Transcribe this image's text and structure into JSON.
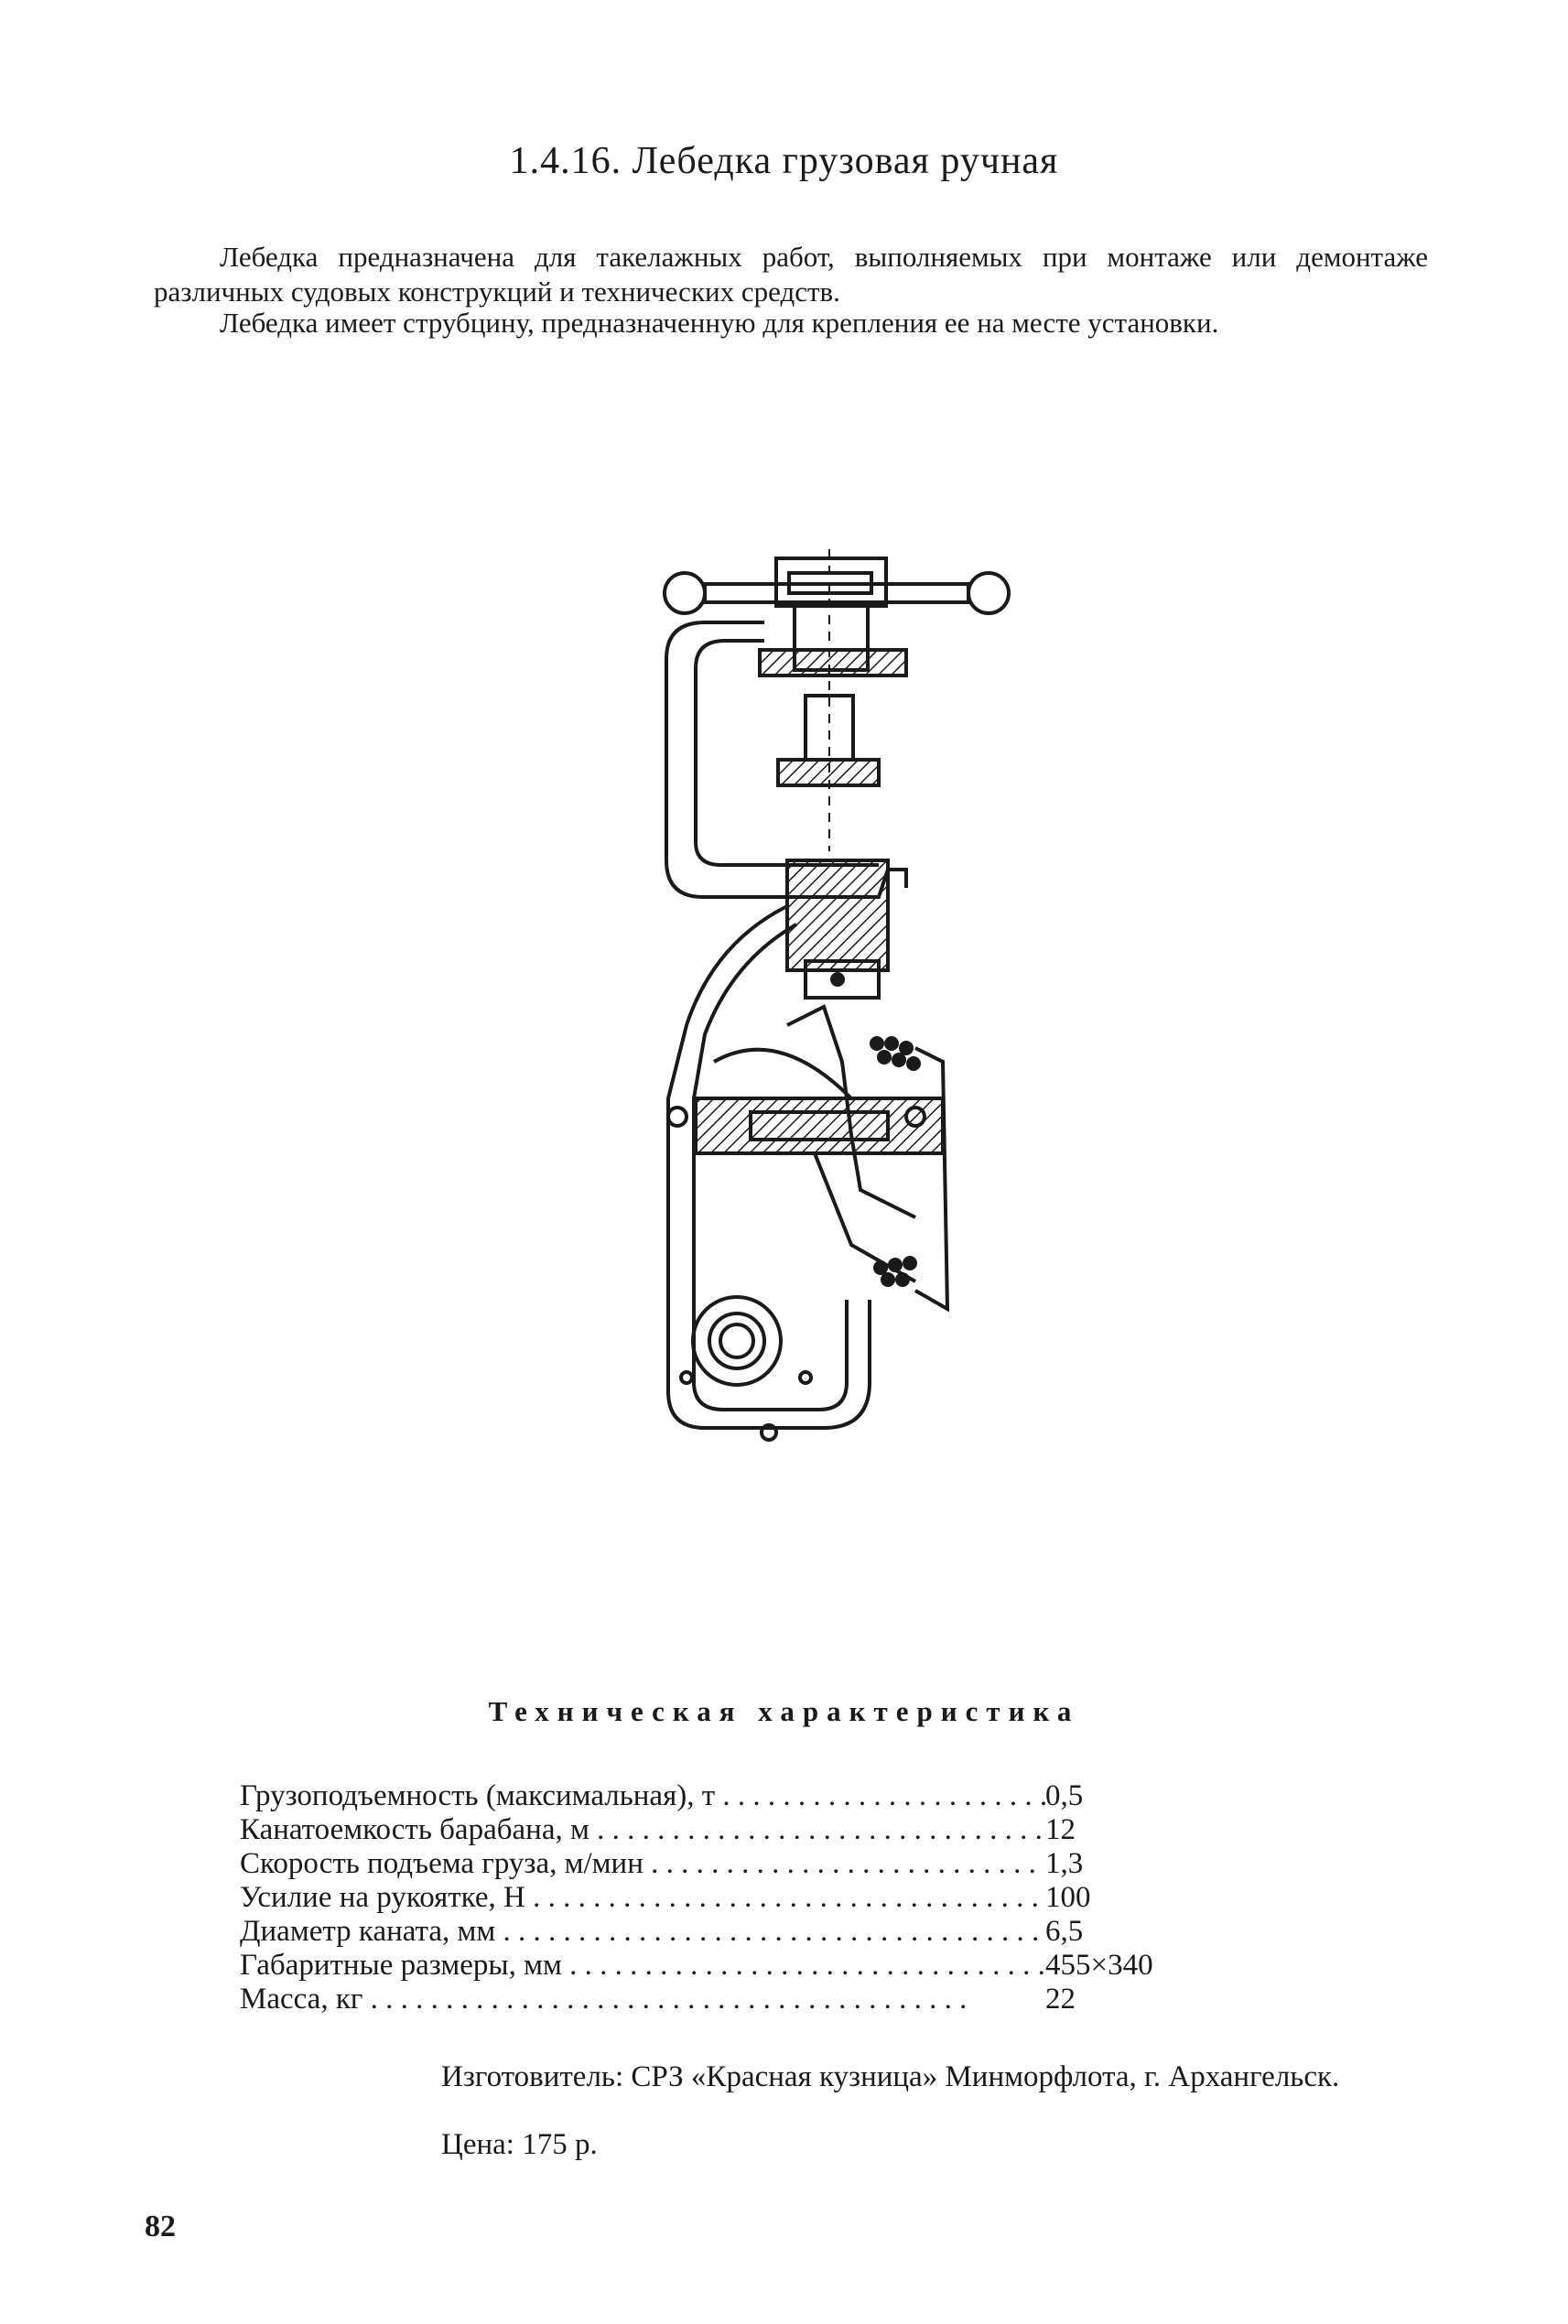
{
  "title": "1.4.16. Лебедка грузовая ручная",
  "paragraphs": [
    "Лебедка предназначена для такелажных работ, выполняемых при монтаже или демонтаже различных судовых конструкций и технических средств.",
    "Лебедка имеет струбцину, предназначенную для крепления ее на месте установки."
  ],
  "spec_title": "Техническая характеристика",
  "specs": [
    {
      "label": "Грузоподъемность (максимальная), т",
      "value": "0,5"
    },
    {
      "label": "Канатоемкость барабана, м",
      "value": "12"
    },
    {
      "label": "Скорость подъема груза, м/мин",
      "value": "1,3"
    },
    {
      "label": "Усилие на рукоятке, Н",
      "value": "100"
    },
    {
      "label": "Диаметр каната, мм",
      "value": "6,5"
    },
    {
      "label": "Габаритные размеры, мм",
      "value": "455×340"
    },
    {
      "label": "Масса, кг",
      "value": "22"
    }
  ],
  "manufacturer": "Изготовитель: СРЗ «Красная кузница» Минморфлота, г. Архангельск.",
  "price": "Цена: 175 р.",
  "page_number": "82"
}
